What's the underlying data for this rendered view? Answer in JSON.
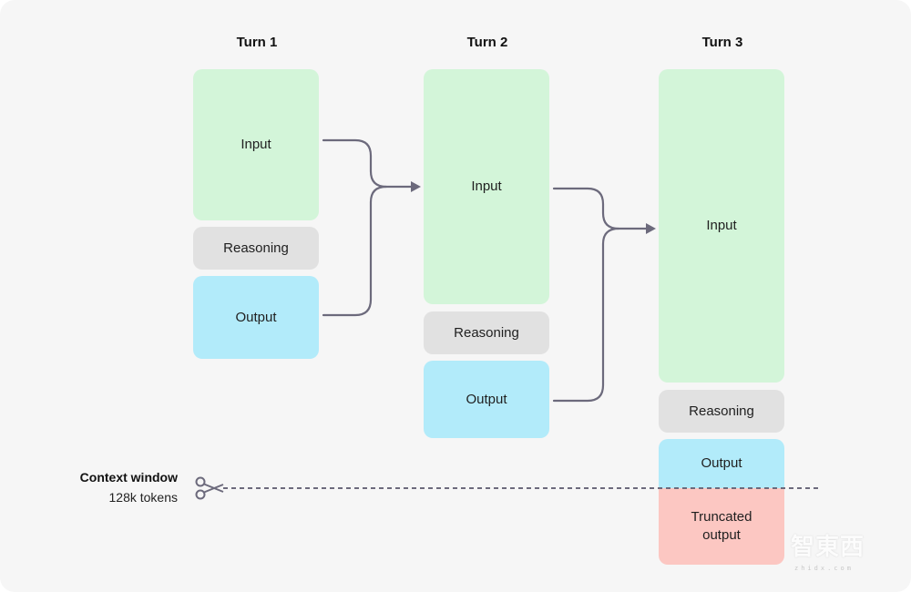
{
  "turns": [
    {
      "title": "Turn 1",
      "input": "Input",
      "reasoning": "Reasoning",
      "output": "Output"
    },
    {
      "title": "Turn 2",
      "input": "Input",
      "reasoning": "Reasoning",
      "output": "Output"
    },
    {
      "title": "Turn 3",
      "input": "Input",
      "reasoning": "Reasoning",
      "output": "Output",
      "truncated": "Truncated\noutput"
    }
  ],
  "context_window": {
    "title": "Context window",
    "tokens": "128k tokens"
  },
  "colors": {
    "input": "#d3f5d9",
    "reasoning": "#e1e1e1",
    "output": "#b2ebfa",
    "truncated": "#fcc7c2",
    "arrow": "#6c6a7c"
  },
  "icons": {
    "cut": "scissors-icon"
  },
  "watermark": {
    "text": "智東西",
    "sub": "zhidx.com"
  }
}
